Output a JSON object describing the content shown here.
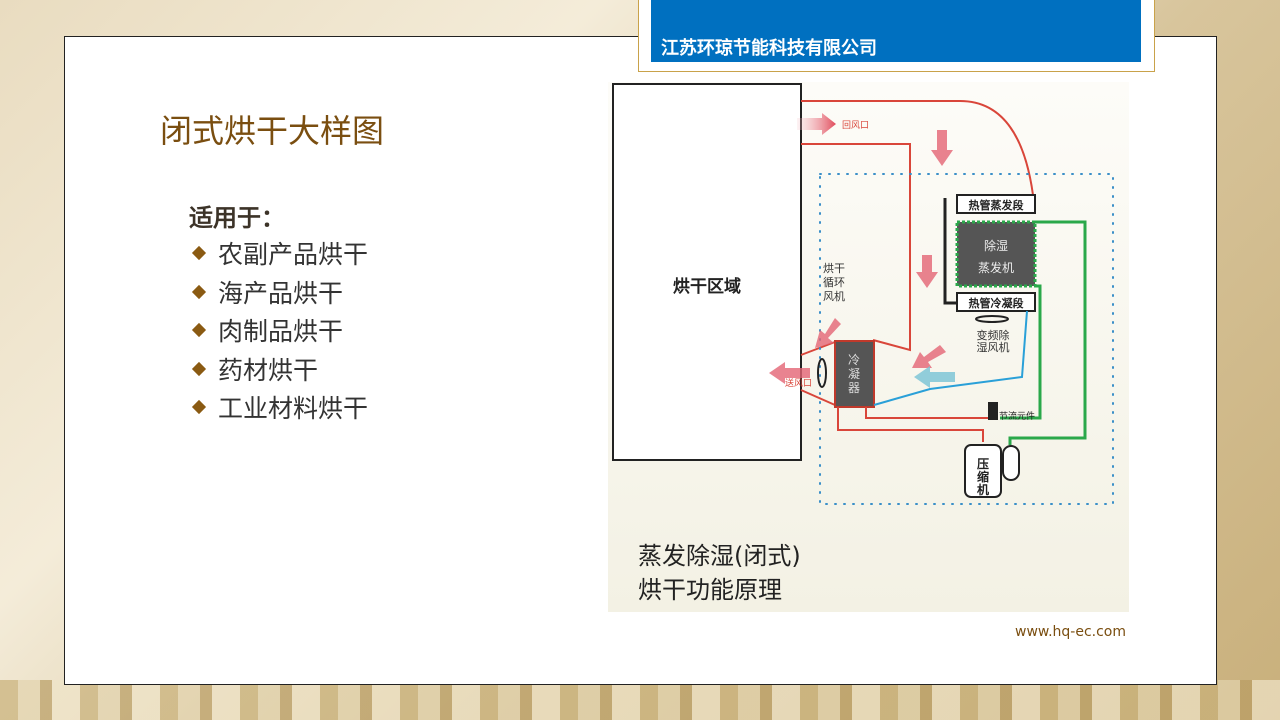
{
  "header": {
    "company": "江苏环琼节能科技有限公司"
  },
  "slide": {
    "title": "闭式烘干大样图",
    "applies_label": "适用于：",
    "items": [
      "农副产品烘干",
      "海产品烘干",
      "肉制品烘干",
      "药材烘干",
      "工业材料烘干"
    ],
    "url": "www.hq-ec.com"
  },
  "diagram": {
    "drying_zone": "烘干区域",
    "return_air": "回风口",
    "supply_air": "送风口",
    "fan_lines": [
      "烘干",
      "循环",
      "风机"
    ],
    "hp_evap": "热管蒸发段",
    "hp_cond": "热管冷凝段",
    "evaporator_lines": [
      "除湿",
      "蒸发机"
    ],
    "dehum_fan_lines": [
      "变频除",
      "湿风机"
    ],
    "condenser_lines": [
      "冷",
      "凝",
      "器"
    ],
    "throttle": "节流元件",
    "compressor_lines": [
      "压",
      "缩",
      "机"
    ],
    "caption_lines": [
      "蒸发除湿(闭式)",
      "烘干功能原理"
    ]
  }
}
